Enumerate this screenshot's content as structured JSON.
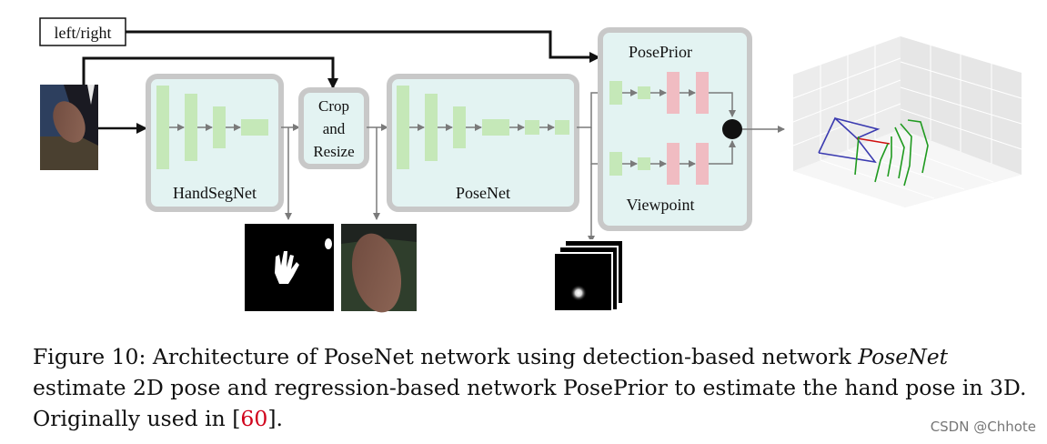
{
  "diagram": {
    "input_label": "left/right",
    "nodes": {
      "handsegnet": "HandSegNet",
      "crop_resize": [
        "Crop",
        "and",
        "Resize"
      ],
      "posenet": "PoseNet",
      "poseprior": "PosePrior",
      "viewpoint": "Viewpoint"
    },
    "colors": {
      "block_bg": "#e3f3f2",
      "block_border": "#c8c8c8",
      "conv_layer": "#c5e8b8",
      "fc_layer": "#f0bcc2",
      "arrow": "#7a7a7a",
      "keypoint_colors": [
        "#3b3bb0",
        "#1f9a1f",
        "#d01010"
      ]
    },
    "images": [
      "input-hand-image",
      "segmentation-mask-image",
      "cropped-hand-image",
      "score-maps-image",
      "3d-pose-plot"
    ]
  },
  "caption": {
    "prefix": "Figure 10: Architecture of PoseNet network using detection-based network ",
    "italic": "PoseNet",
    "middle": " estimate 2D pose and regression-based network PosePrior to estimate the hand pose in 3D. Originally used in ",
    "ref_open": "[",
    "ref": "60",
    "ref_close": "]",
    "suffix": "."
  },
  "watermark": "CSDN @Chhote"
}
